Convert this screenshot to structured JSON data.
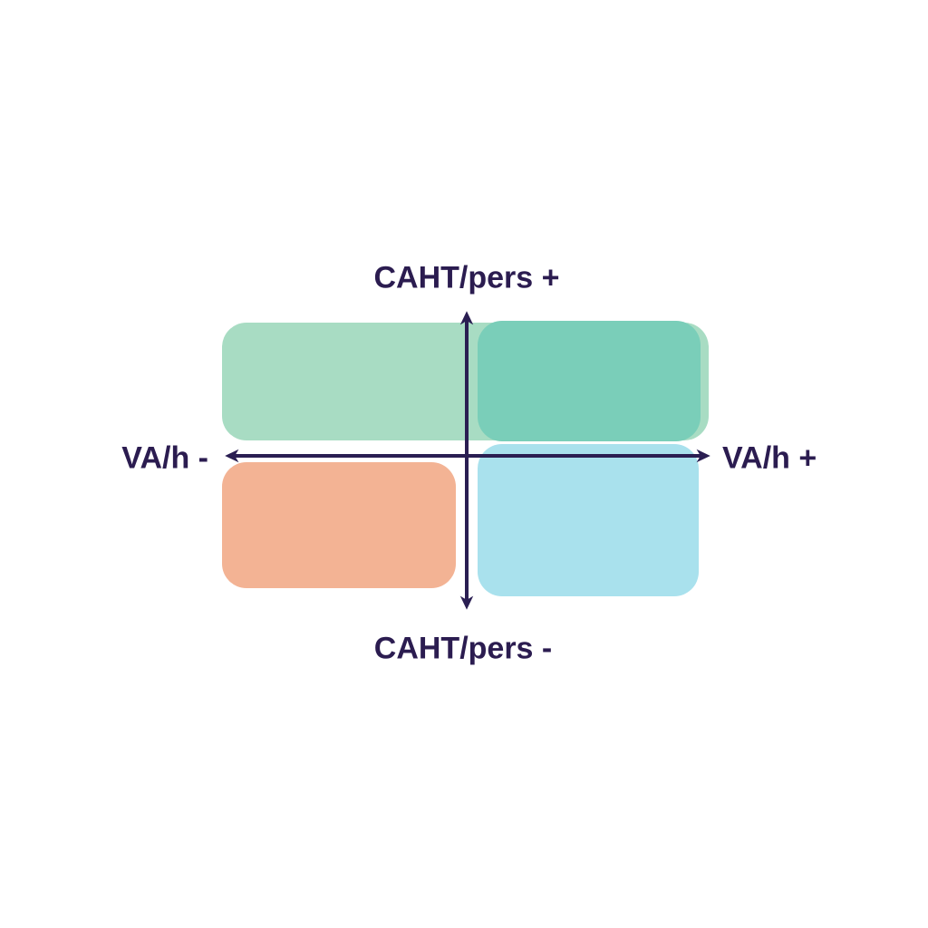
{
  "diagram": {
    "type": "quadrant-matrix",
    "axes": {
      "vertical_top_label": "CAHT/pers +",
      "vertical_bottom_label": "CAHT/pers -",
      "horizontal_left_label": "VA/h -",
      "horizontal_right_label": "VA/h +"
    },
    "quadrants": {
      "top_left": {
        "name": "top-left",
        "color": "#a8dcc3"
      },
      "top_right": {
        "name": "top-right",
        "color": "#7aceb9"
      },
      "bottom_left": {
        "name": "bottom-left",
        "color": "#f3b394"
      },
      "bottom_right": {
        "name": "bottom-right",
        "color": "#a9e1ed"
      }
    },
    "colors": {
      "axis": "#2a1e52",
      "label": "#2b1c50",
      "background": "#ffffff"
    }
  }
}
